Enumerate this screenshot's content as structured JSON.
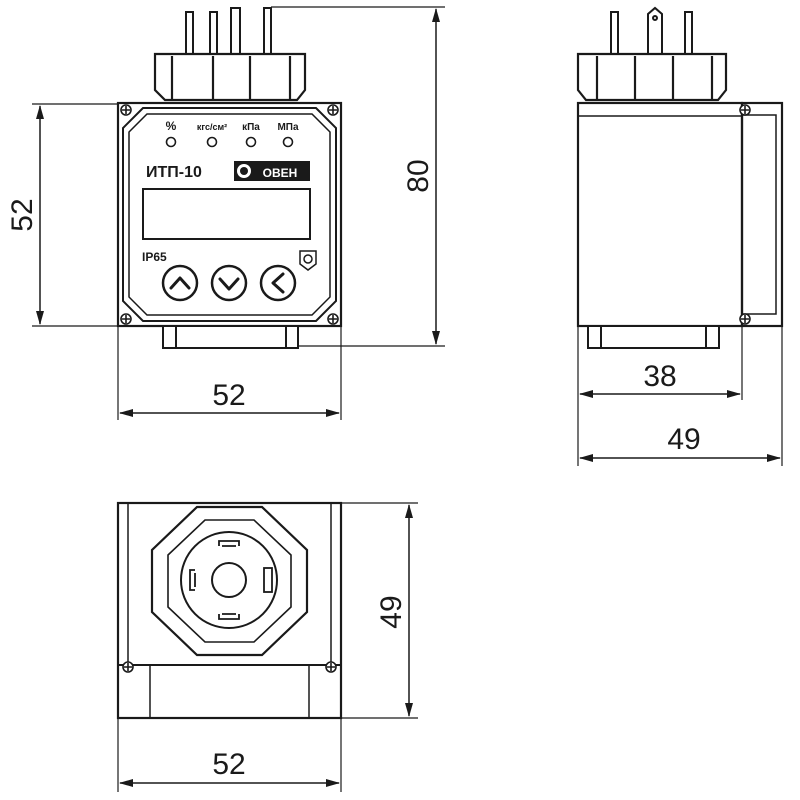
{
  "front_view": {
    "model_label": "ИТП-10",
    "brand_label": "ОВЕН",
    "unit_labels": [
      "%",
      "кгс/см²",
      "кПа",
      "МПа"
    ],
    "protection_label": "IP65"
  },
  "dimensions": {
    "front_height": "52",
    "front_width": "52",
    "overall_height": "80",
    "side_body_width": "38",
    "side_overall_width": "49",
    "bottom_depth": "49",
    "bottom_width": "52"
  }
}
